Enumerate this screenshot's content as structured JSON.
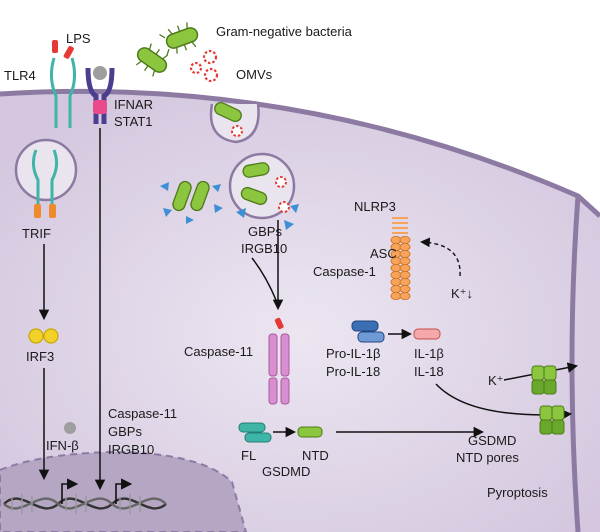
{
  "labels": {
    "lps": "LPS",
    "gram_negative": "Gram-negative bacteria",
    "omvs": "OMVs",
    "tlr4": "TLR4",
    "ifnar": "IFNAR",
    "stat1": "STAT1",
    "trif": "TRIF",
    "irf3": "IRF3",
    "ifn_beta": "IFN-β",
    "caspase11_genes": "Caspase-11",
    "gbps_genes": "GBPs",
    "irgb10_genes": "IRGB10",
    "gbps": "GBPs",
    "irgb10": "IRGB10",
    "caspase11": "Caspase-11",
    "nlrp3": "NLRP3",
    "asc": "ASC",
    "caspase1": "Caspase-1",
    "k_efflux": "K⁺↓",
    "pro_il1b": "Pro-IL-1β",
    "pro_il18": "Pro-IL-18",
    "il1b": "IL-1β",
    "il18": "IL-18",
    "k_plus": "K⁺",
    "fl": "FL",
    "gsdmd": "GSDMD",
    "ntd": "NTD",
    "gsdmd_pores_1": "GSDMD",
    "gsdmd_pores_2": "NTD pores",
    "pyroptosis": "Pyroptosis"
  },
  "colors": {
    "cytoplasm": "#ddd3e6",
    "membrane": "#8d7aa3",
    "nucleus": "#b8aac6",
    "bacteria": "#8cc63f",
    "omv": "#e53935",
    "caspase11": "#d98fcf",
    "asc": "#f7a35c",
    "gsdmd": "#3fb5a8",
    "ntd": "#8cc63f",
    "irf3": "#f2d12a",
    "il1": "#f4a9a8",
    "pro": "#3a6fb5",
    "gbp": "#3d8fd6"
  }
}
